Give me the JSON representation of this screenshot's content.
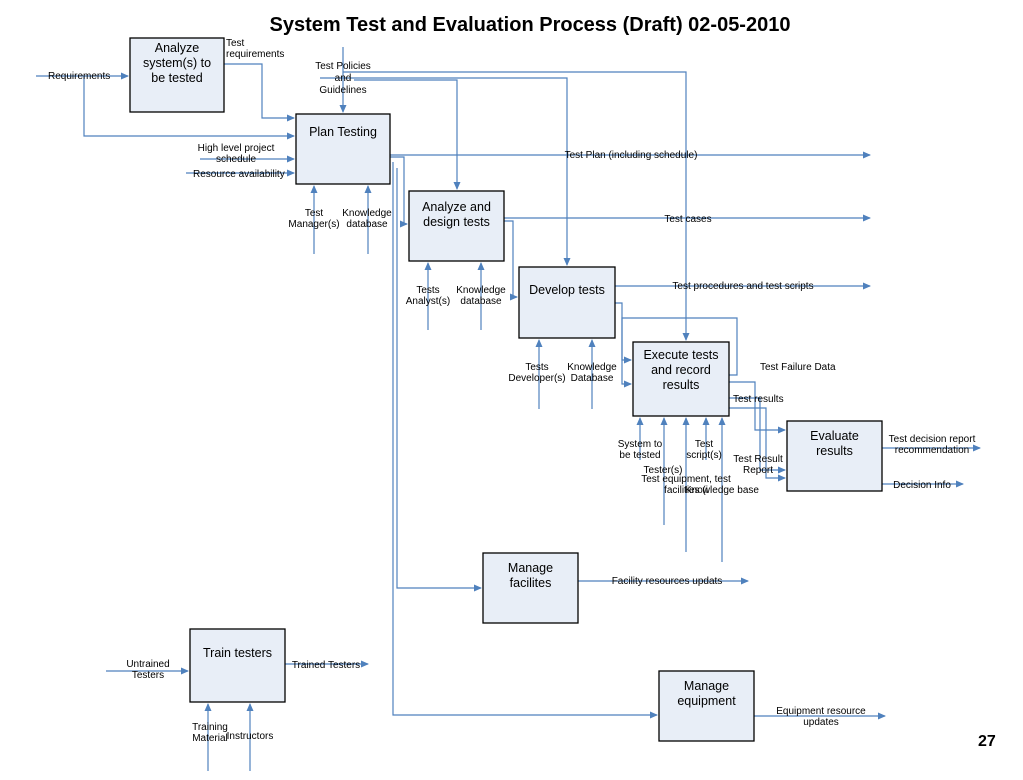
{
  "title": "System Test and Evaluation Process (Draft) 02-05-2010",
  "page_number": "27",
  "colors": {
    "box_fill": "#e8eef7",
    "box_border": "#000000",
    "arrow": "#4f81bd"
  },
  "activities": {
    "analyze_systems": [
      "Analyze",
      "system(s) to",
      "be tested"
    ],
    "plan_testing": [
      "Plan Testing"
    ],
    "analyze_design": [
      "Analyze and",
      "design tests"
    ],
    "develop_tests": [
      "Develop tests"
    ],
    "execute_tests": [
      "Execute tests",
      "and record",
      "results"
    ],
    "evaluate_results": [
      "Evaluate",
      "results"
    ],
    "manage_facilities": [
      "Manage",
      "facilites"
    ],
    "train_testers": [
      "Train testers"
    ],
    "manage_equipment": [
      "Manage",
      "equipment"
    ]
  },
  "labels": {
    "requirements": [
      "Requirements"
    ],
    "test_requirements": [
      "Test",
      "requirements"
    ],
    "test_policies": [
      "Test Policies",
      "and",
      "Guidelines"
    ],
    "high_level_schedule": [
      "High level project",
      "schedule"
    ],
    "resource_availability": [
      "Resource availability"
    ],
    "test_managers": [
      "Test",
      "Manager(s)"
    ],
    "knowledge_db_1": [
      "Knowledge",
      "database"
    ],
    "test_plan": [
      "Test Plan (including schedule)"
    ],
    "test_cases": [
      "Test cases"
    ],
    "tests_analysts": [
      "Tests",
      "Analyst(s)"
    ],
    "knowledge_db_2": [
      "Knowledge",
      "database"
    ],
    "test_procedures": [
      "Test procedures and test scripts"
    ],
    "tests_developers": [
      "Tests",
      "Developer(s)"
    ],
    "knowledge_db_3": [
      "Knowledge",
      "Database"
    ],
    "test_failure_data": [
      "Test Failure Data"
    ],
    "test_results": [
      "Test results"
    ],
    "system_to_be_tested": [
      "System to",
      "be tested"
    ],
    "testers": [
      "Tester(s)"
    ],
    "test_scripts": [
      "Test",
      "script(s)"
    ],
    "test_equipment": [
      "Test equipment, test",
      "facilities (i"
    ],
    "knowledge_base": [
      "Knowledge base"
    ],
    "test_result_report": [
      "Test Result",
      "Report"
    ],
    "test_decision_report": [
      "Test decision report",
      "recommendation"
    ],
    "decision_info": [
      "Decision Info"
    ],
    "facility_updates": [
      "Facility resources updats"
    ],
    "untrained_testers": [
      "Untrained",
      "Testers"
    ],
    "trained_testers": [
      "Trained Testers"
    ],
    "training_material": [
      "Training",
      "Material"
    ],
    "instructors": [
      "Instructors"
    ],
    "equipment_updates": [
      "Equipment resource",
      "updates"
    ]
  }
}
